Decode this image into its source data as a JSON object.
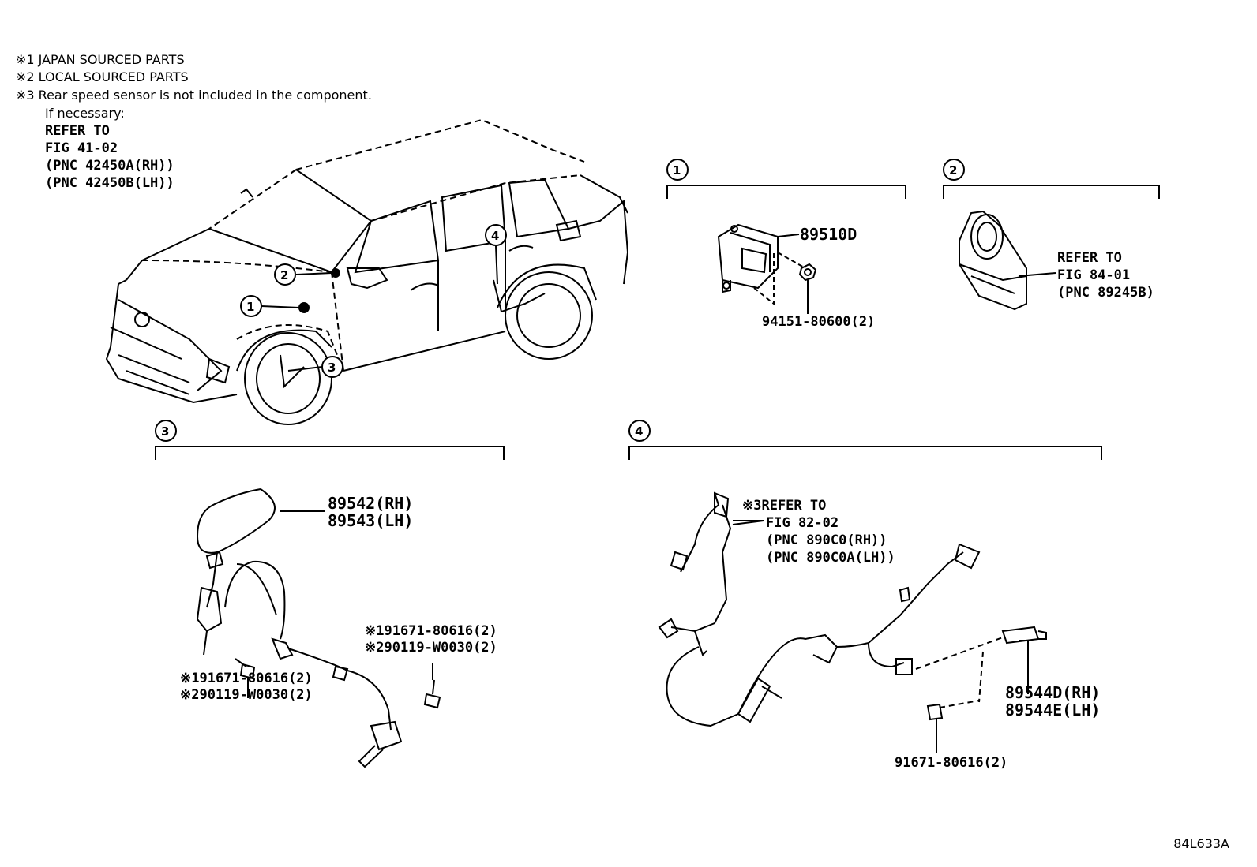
{
  "notes": {
    "n1": "※1 JAPAN SOURCED PARTS",
    "n2": "※2 LOCAL SOURCED PARTS",
    "n3": "※3 Rear speed sensor is not included in the component.",
    "n3_sub": "If necessary:",
    "refer": "REFER TO",
    "fig": "FIG 41-02",
    "pnc_rh": "(PNC 42450A(RH))",
    "pnc_lh": "(PNC 42450B(LH))"
  },
  "callouts": [
    "1",
    "2",
    "3",
    "4"
  ],
  "section1": {
    "part": "89510D",
    "nut": "94151-80600(2)"
  },
  "section2": {
    "refer": "REFER TO",
    "fig": "FIG 84-01",
    "pnc": "(PNC 89245B)"
  },
  "section3": {
    "part_rh": "89542(RH)",
    "part_lh": "89543(LH)",
    "bolt_r1": "※191671-80616(2)",
    "bolt_r2": "※290119-W0030(2)",
    "bolt_l1": "※191671-80616(2)",
    "bolt_l2": "※290119-W0030(2)"
  },
  "section4": {
    "refer": "※3REFER TO",
    "fig": "FIG 82-02",
    "pnc_rh": "(PNC 890C0(RH))",
    "pnc_lh": "(PNC 890C0A(LH))",
    "part_rh": "89544D(RH)",
    "part_lh": "89544E(LH)",
    "bolt": "91671-80616(2)"
  },
  "diagram_code": "84L633A"
}
